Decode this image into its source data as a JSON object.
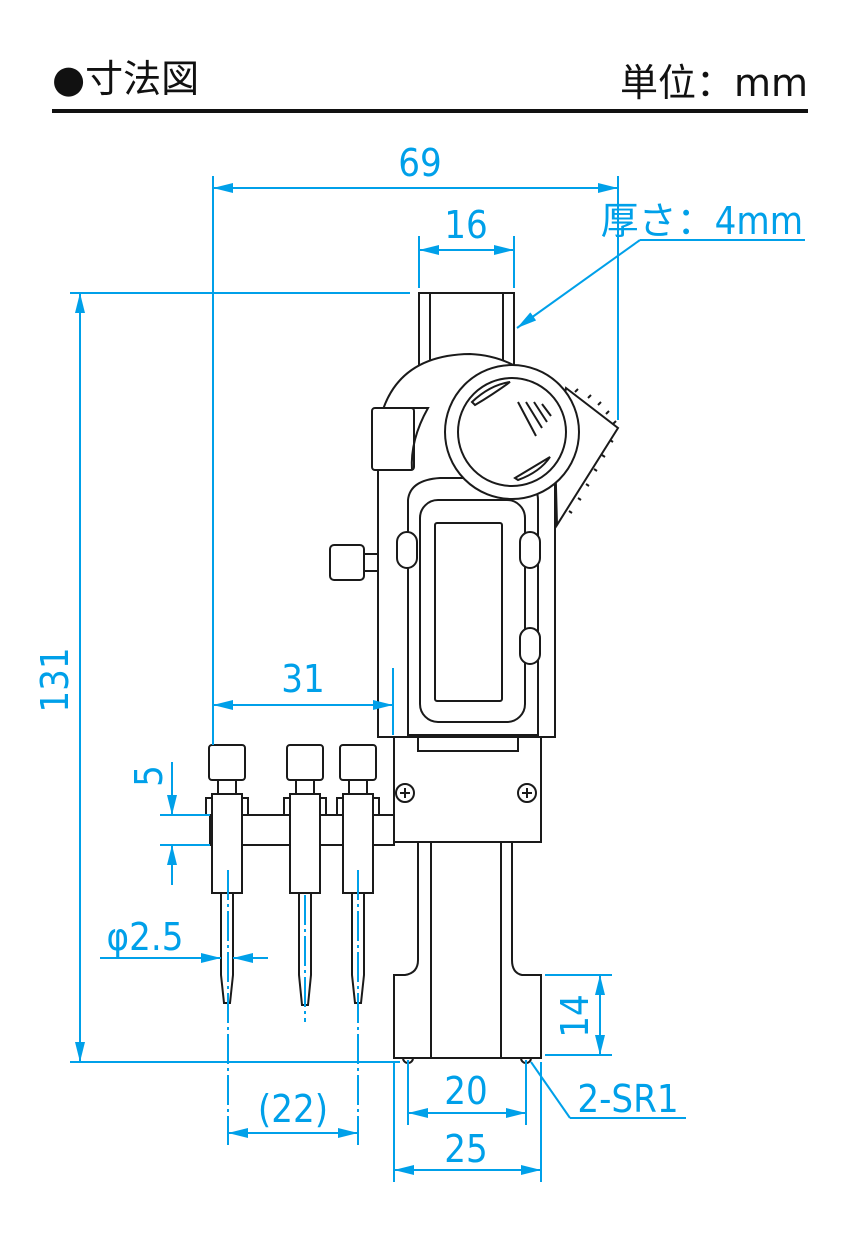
{
  "header": {
    "title": "●寸法図",
    "unit": "単位：mm"
  },
  "dimensions": {
    "overall_width": "69",
    "beam_width": "16",
    "thickness": "厚さ：4mm",
    "height": "131",
    "offset": "31",
    "arm_thickness": "5",
    "pin_diameter": "φ2.5",
    "pin_spacing": "(22)",
    "jaw_height": "14",
    "foot_spacing": "20",
    "base_width": "25",
    "foot_radius": "2-SR1"
  },
  "colors": {
    "dimension": "#00a0e9",
    "outline": "#1a1a1a"
  }
}
